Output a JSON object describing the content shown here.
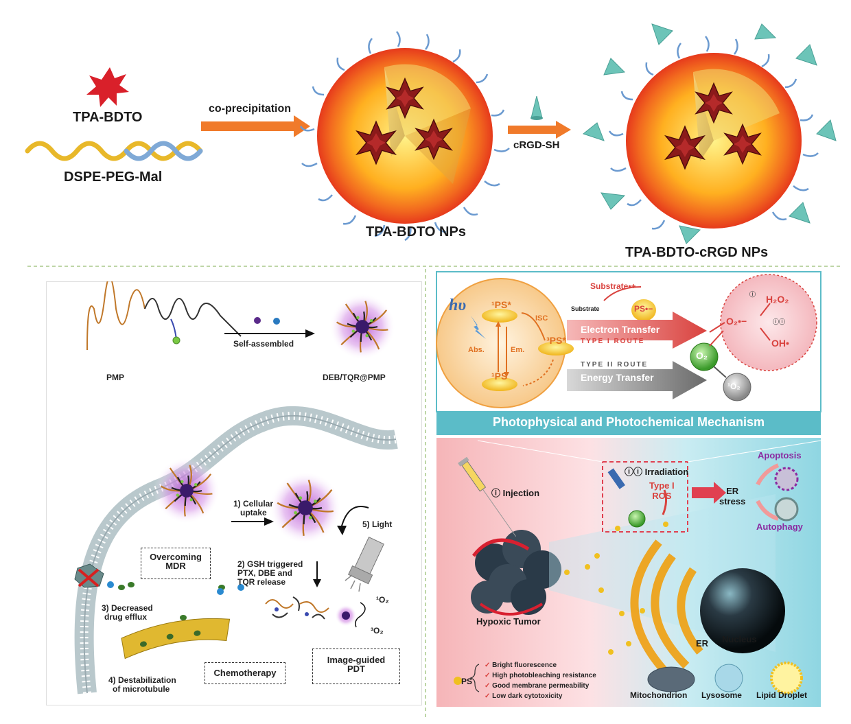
{
  "top": {
    "tpa_bdto": "TPA-BDTO",
    "dspe": "DSPE-PEG-Mal",
    "coprecip": "co-precipitation",
    "crgd_sh": "cRGD-SH",
    "np1": "TPA-BDTO NPs",
    "np2": "TPA-BDTO-cRGD NPs"
  },
  "left": {
    "pmp": "PMP",
    "self_assembled": "Self-assembled",
    "deb": "DEB/TQR@PMP",
    "cell_uptake_1": "1) Cellular",
    "cell_uptake_2": "uptake",
    "overcoming_1": "Overcoming",
    "overcoming_2": "MDR",
    "gsh_1": "2) GSH triggered",
    "gsh_2": "PTX, DBE and",
    "gsh_3": "TQR release",
    "light": "5) Light",
    "efflux_1": "3) Decreased",
    "efflux_2": "drug efflux",
    "micro_1": "4) Destabilization",
    "micro_2": "of microtubule",
    "chemo": "Chemotherapy",
    "image_1": "Image-guided",
    "image_2": "PDT",
    "o2_singlet": "¹O₂",
    "o2_triplet": "³O₂"
  },
  "right": {
    "hv": "hυ",
    "ps_excited": "¹PS*",
    "isc": "ISC",
    "ps_triplet": "³PS*",
    "abs": "Abs.",
    "em": "Em.",
    "ps_ground": "¹PS",
    "substrate_radical": "Substrate•+",
    "substrate": "Substrate",
    "ps_radical": "PS•−",
    "electron_transfer": "Electron Transfer",
    "type1": "TYPE I ROUTE",
    "type2": "TYPE II ROUTE",
    "energy_transfer": "Energy Transfer",
    "o2": "O₂",
    "o2_singlet": "¹O₂",
    "superoxide": "O₂•−",
    "h2o2": "H₂O₂",
    "oh": "OH•",
    "step_i": "ⓘ",
    "step_ii": "ⓘⓘ",
    "mechanism_title": "Photophysical and Photochemical Mechanism",
    "injection": "ⓘ Injection",
    "irradiation": "ⓘⓘ Irradiation",
    "type1_ros_1": "Type I",
    "type1_ros_2": "ROS",
    "er_stress_1": "ER",
    "er_stress_2": "stress",
    "apoptosis": "Apoptosis",
    "autophagy": "Autophagy",
    "hypoxic": "Hypoxic Tumor",
    "er": "ER",
    "nucleus": "Nucleus",
    "ps_label": "PS",
    "props": [
      "Bright fluorescence",
      "High photobleaching resistance",
      "Good membrane permeability",
      "Low dark cytotoxicity"
    ],
    "mito": "Mitochondrion",
    "lyso": "Lysosome",
    "lipid": "Lipid Droplet"
  },
  "colors": {
    "arrow_orange": "#f07a2a",
    "title_bar": "#5bbcc8",
    "route_red": "#d9423e",
    "route_gray": "#7d7d7d",
    "purple": "#9b3fb5"
  }
}
